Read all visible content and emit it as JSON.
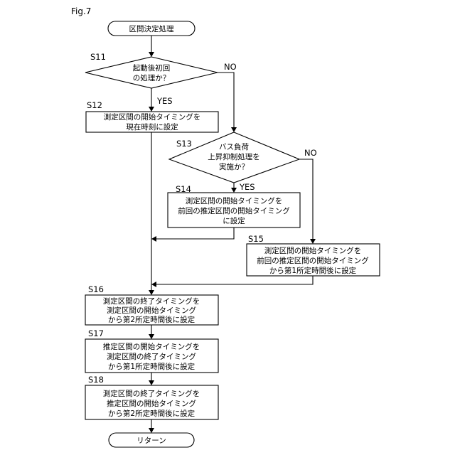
{
  "figure_label": "Fig.7",
  "start": {
    "text": "区間決定処理"
  },
  "end": {
    "text": "リターン"
  },
  "decisions": {
    "s11": {
      "step": "S11",
      "lines": [
        "起動後初回",
        "の処理か？"
      ],
      "yes": "YES",
      "no": "NO"
    },
    "s13": {
      "step": "S13",
      "lines": [
        "バス負荷",
        "上昇抑制処理を",
        "実施か？"
      ],
      "yes": "YES",
      "no": "NO"
    }
  },
  "processes": {
    "s12": {
      "step": "S12",
      "lines": [
        "測定区間の開始タイミングを",
        "現在時刻に設定"
      ]
    },
    "s14": {
      "step": "S14",
      "lines": [
        "測定区間の開始タイミングを",
        "前回の推定区間の開始タイミング",
        "に設定"
      ]
    },
    "s15": {
      "step": "S15",
      "lines": [
        "測定区間の開始タイミングを",
        "前回の推定区間の開始タイミング",
        "から第1所定時間後に設定"
      ]
    },
    "s16": {
      "step": "S16",
      "lines": [
        "測定区間の終了タイミングを",
        "測定区間の開始タイミング",
        "から第2所定時間後に設定"
      ]
    },
    "s17": {
      "step": "S17",
      "lines": [
        "推定区間の開始タイミングを",
        "測定区間の終了タイミング",
        "から第1所定時間後に設定"
      ]
    },
    "s18": {
      "step": "S18",
      "lines": [
        "測定区間の終了タイミングを",
        "推定区間の開始タイミング",
        "から第2所定時間後に設定"
      ]
    }
  }
}
